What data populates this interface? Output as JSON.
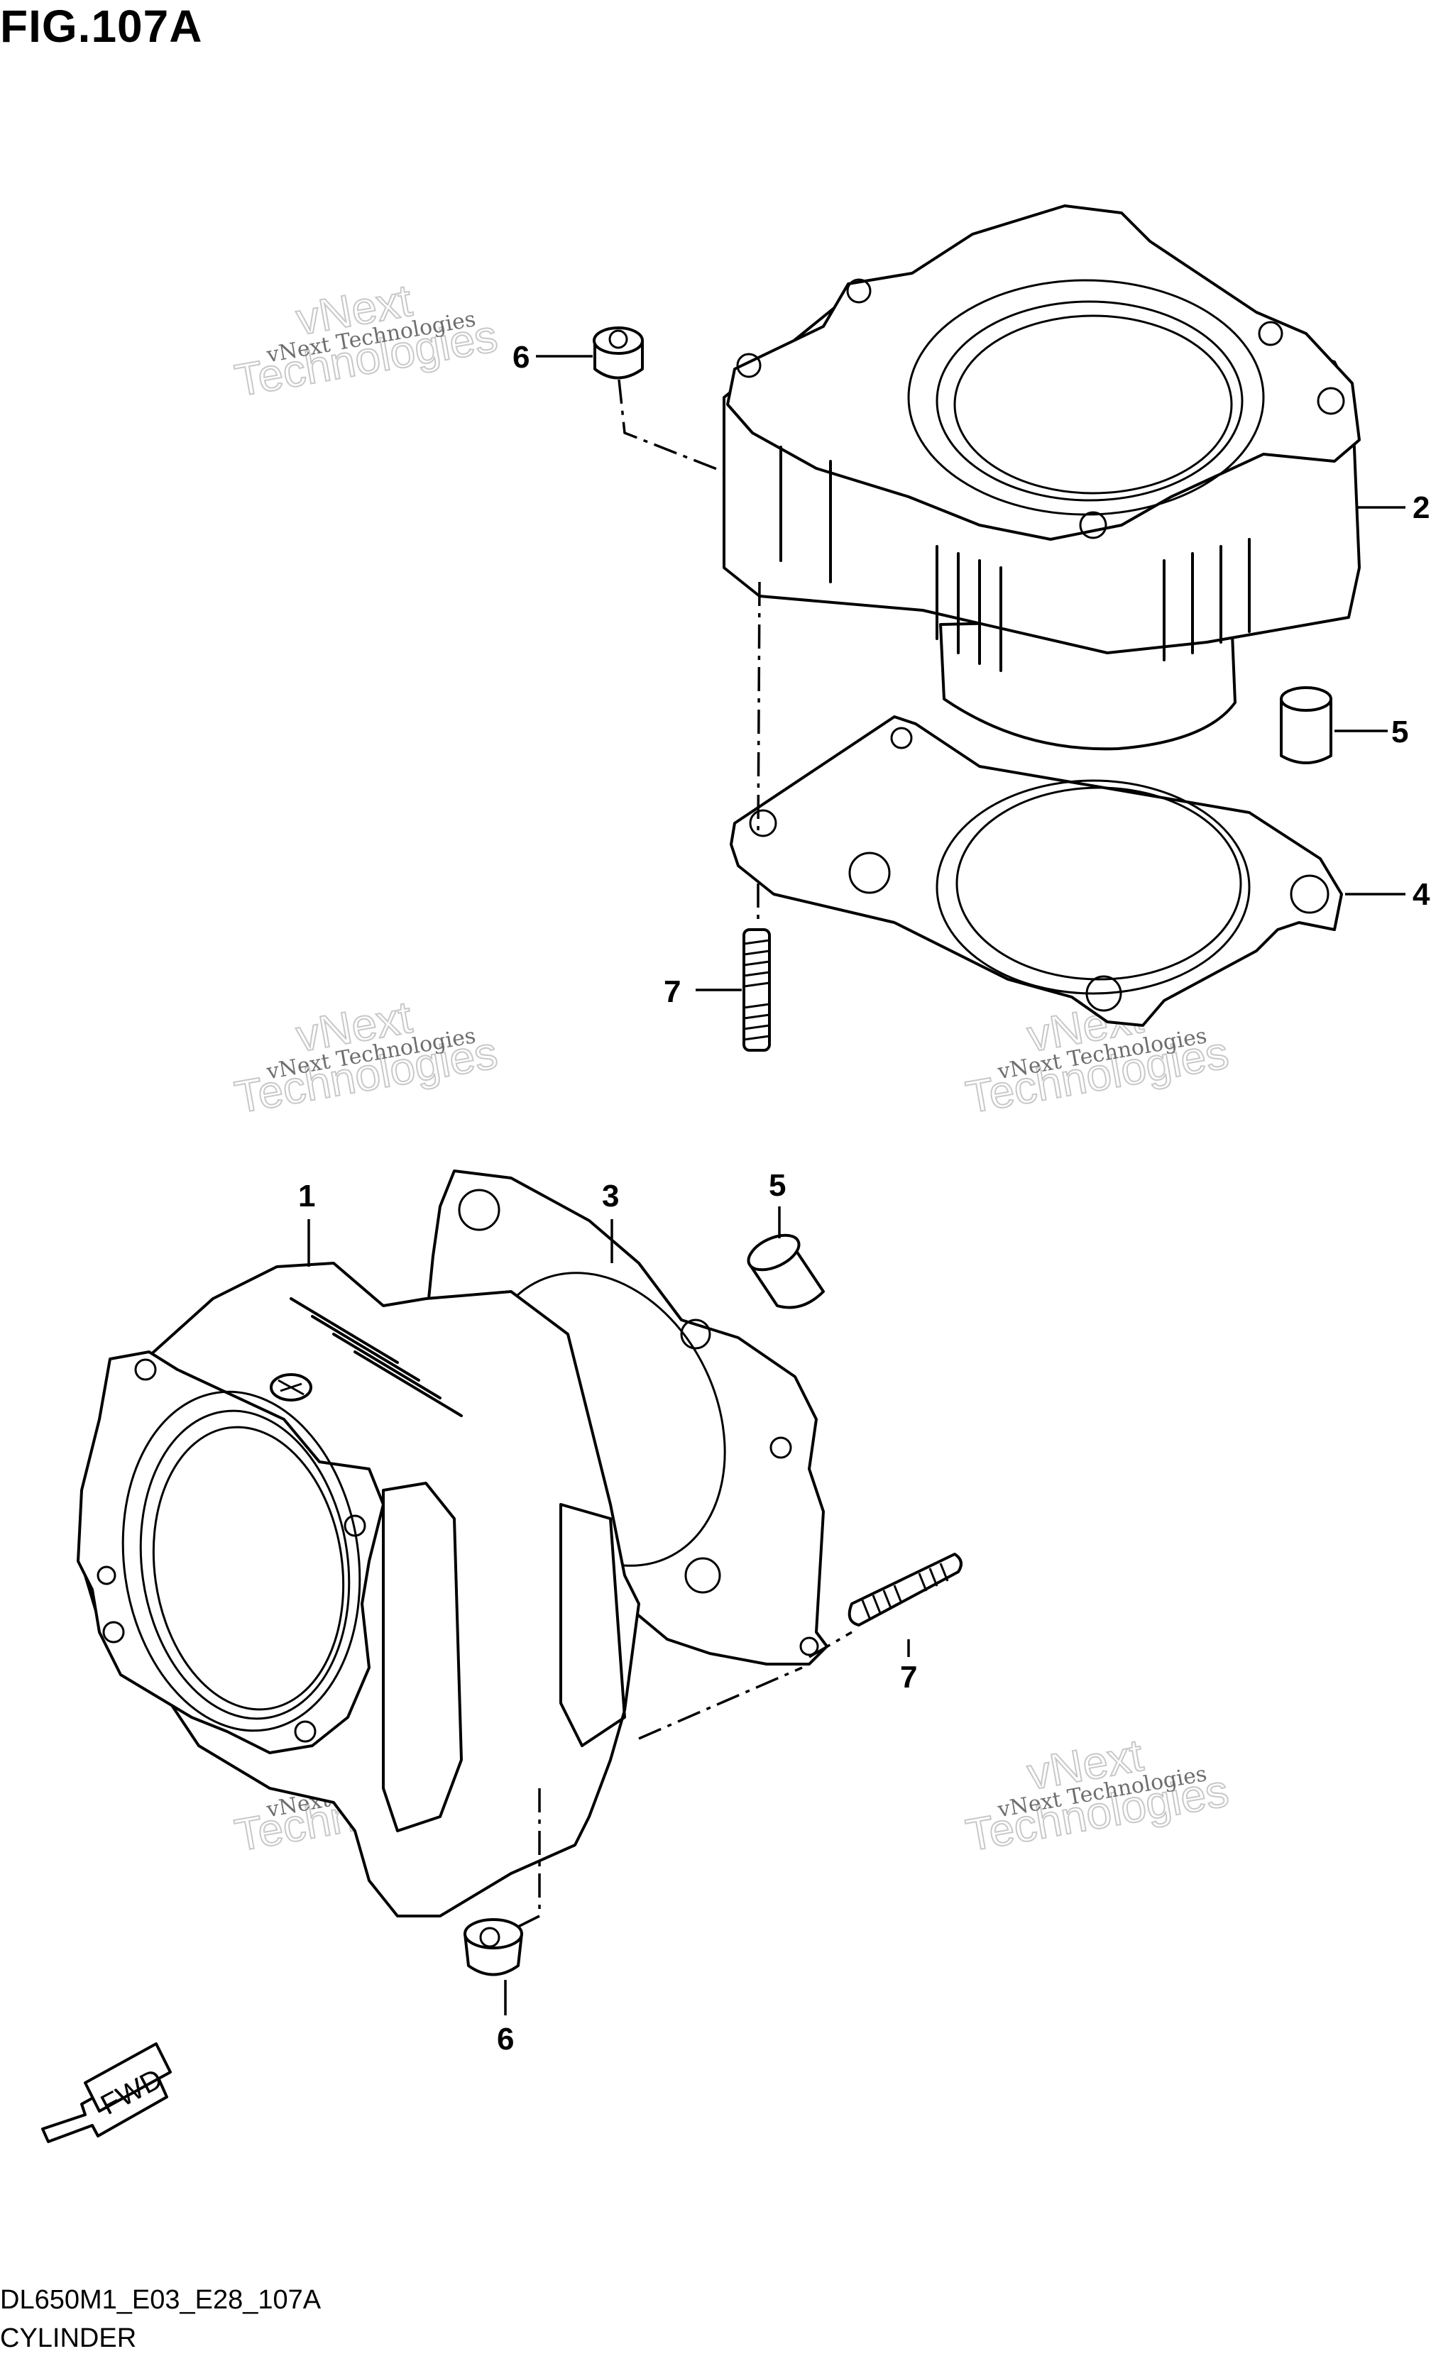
{
  "figure": {
    "title": "FIG.107A",
    "drawing_code": "DL650M1_E03_E28_107A",
    "assembly_name": "CYLINDER"
  },
  "callouts": {
    "c1": "1",
    "c2": "2",
    "c3": "3",
    "c4": "4",
    "c5_top": "5",
    "c5_bottom": "5",
    "c6_top": "6",
    "c6_bottom": "6",
    "c7_top": "7",
    "c7_bottom": "7"
  },
  "watermark": {
    "brand": "vNext",
    "line1": "vNext Technologies",
    "line2": "Technologies"
  },
  "direction_badge": {
    "label": "FWD",
    "icon": "fwd-arrow-icon"
  }
}
